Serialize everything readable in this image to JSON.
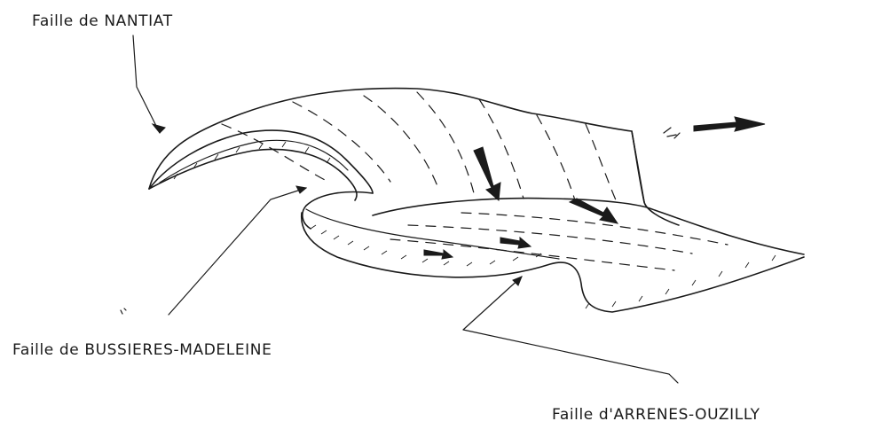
{
  "labels": {
    "nantiat": "Faille de NANTIAT",
    "bussieres": "Faille de BUSSIERES-MADELEINE",
    "arrenes": "Faille d'ARRENES-OUZILLY"
  },
  "colors": {
    "ink": "#1a1a1a",
    "background": "#ffffff"
  }
}
